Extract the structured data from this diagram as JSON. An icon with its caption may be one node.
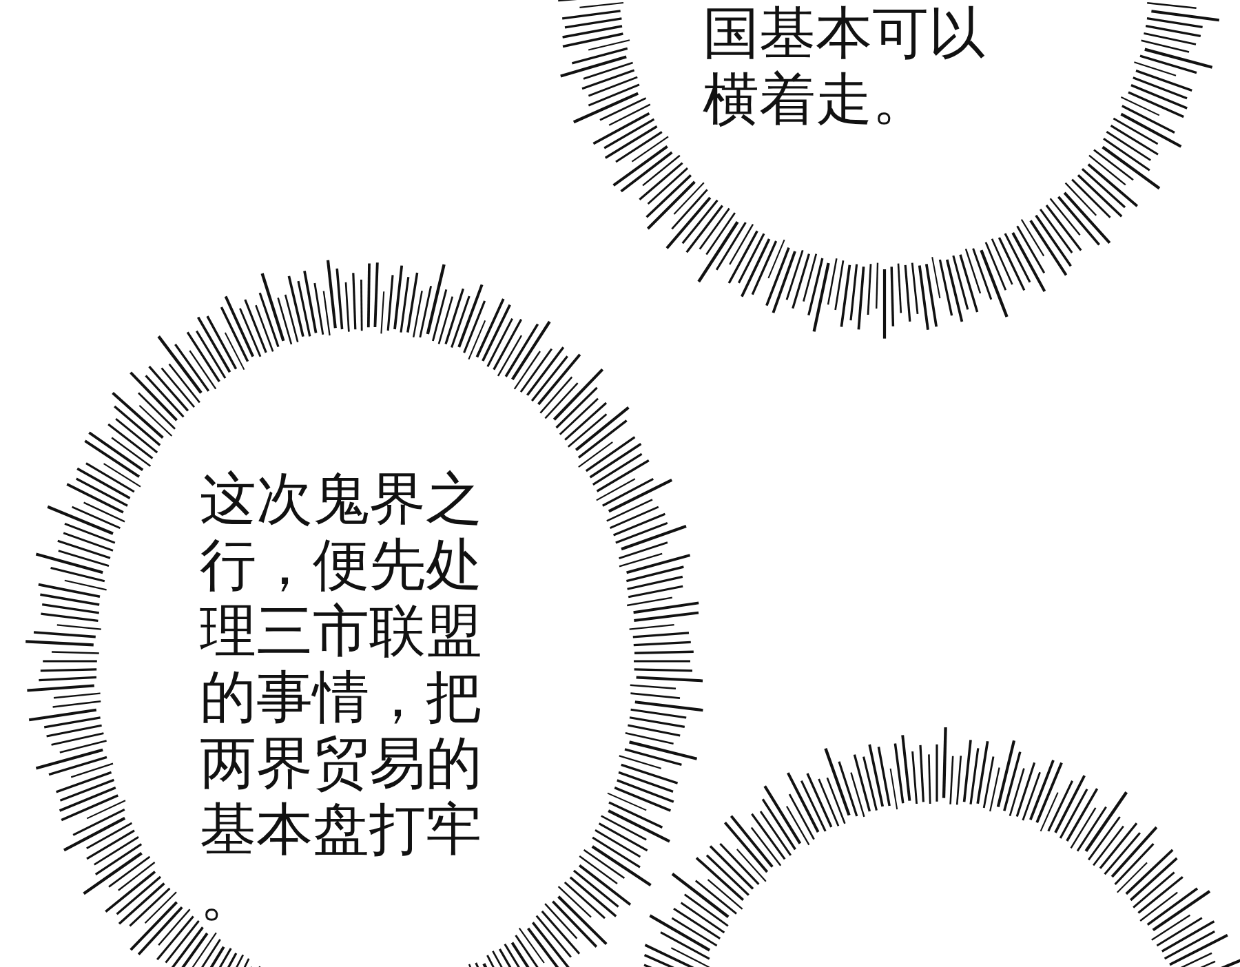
{
  "diagram": {
    "nodes": [
      {
        "text": [
          "国基本可以横着走。"
        ]
      },
      {
        "text": [
          "这次鬼界之行，便先处理三市联盟的事情，把两界贸易的基本盘打牢。"
        ]
      },
      {
        "text": [],
        "shape": "circle"
      }
    ]
  }
}
